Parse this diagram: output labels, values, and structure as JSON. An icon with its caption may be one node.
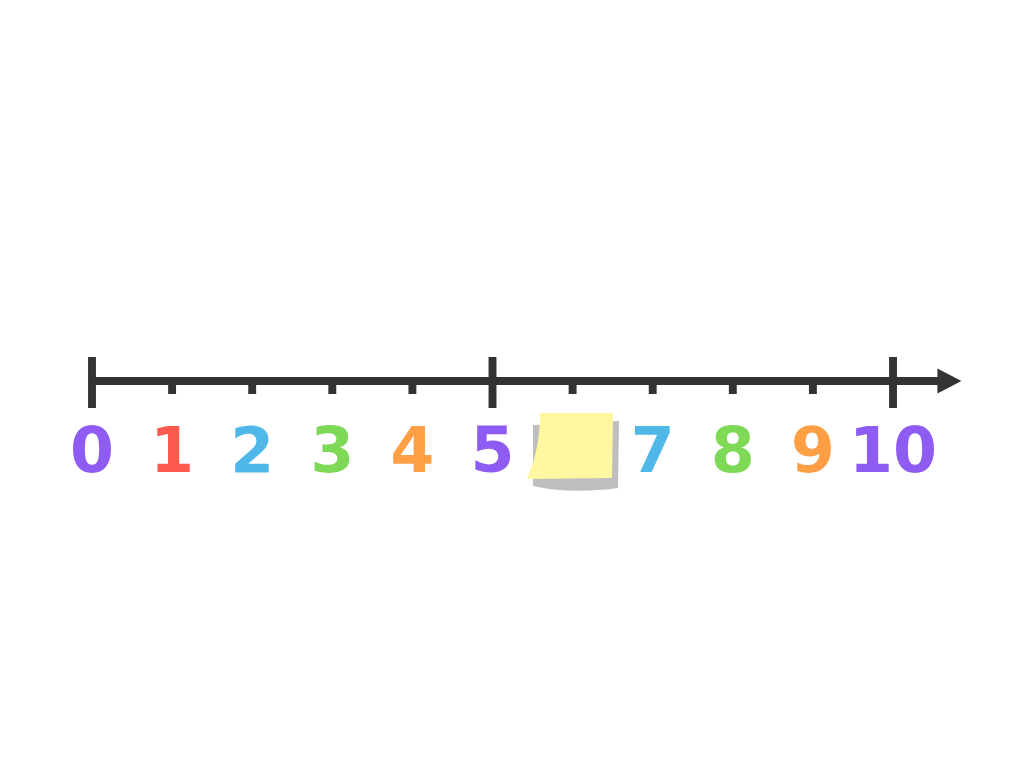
{
  "diagram": {
    "labels": [
      "0",
      "1",
      "2",
      "3",
      "4",
      "5",
      "7",
      "8",
      "9",
      "10"
    ]
  }
}
